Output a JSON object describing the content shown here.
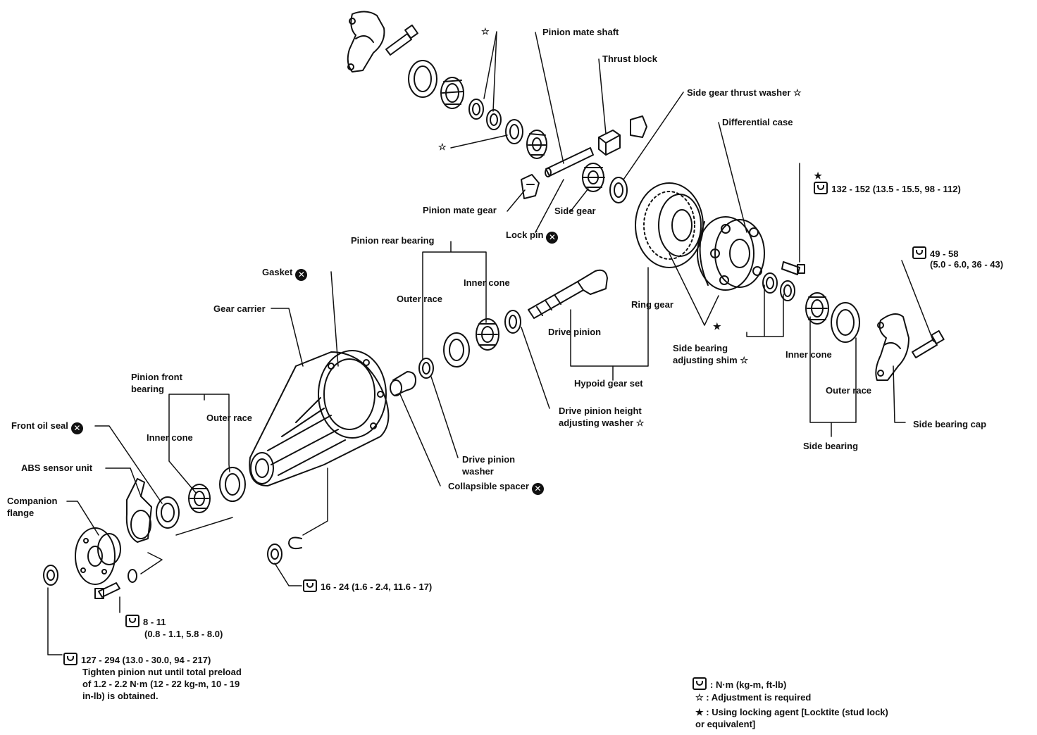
{
  "labels": {
    "pinion_mate_shaft": "Pinion mate shaft",
    "thrust_block": "Thrust block",
    "side_gear_thrust_washer": "Side gear thrust washer ☆",
    "differential_case": "Differential case",
    "torque_132": "132 - 152 (13.5 - 15.5, 98 - 112)",
    "pinion_mate_gear": "Pinion mate gear",
    "side_gear": "Side gear",
    "lock_pin": "Lock pin",
    "pinion_rear_bearing": "Pinion rear bearing",
    "outer_race_rear": "Outer race",
    "inner_cone_rear": "Inner cone",
    "gasket": "Gasket",
    "gear_carrier": "Gear carrier",
    "drive_pinion": "Drive pinion",
    "ring_gear": "Ring gear",
    "torque_49": "49 - 58",
    "torque_49_sub": "(5.0 - 6.0, 36 - 43)",
    "side_bearing_adjusting_shim": "Side bearing\nadjusting shim ☆",
    "inner_cone_side": "Inner cone",
    "outer_race_side": "Outer race",
    "side_bearing_cap": "Side bearing cap",
    "side_bearing": "Side bearing",
    "hypoid_gear_set": "Hypoid gear set",
    "pinion_front_bearing": "Pinion front\nbearing",
    "inner_cone_front": "Inner cone",
    "outer_race_front": "Outer race",
    "front_oil_seal": "Front oil seal",
    "abs_sensor_unit": "ABS sensor unit",
    "companion_flange": "Companion\nflange",
    "drive_pinion_height_washer": "Drive pinion height\nadjusting washer ☆",
    "drive_pinion_washer": "Drive pinion\nwasher",
    "collapsible_spacer": "Collapsible spacer",
    "torque_16": "16 - 24 (1.6 - 2.4, 11.6 - 17)",
    "torque_8": "8 - 11",
    "torque_8_sub": "(0.8 - 1.1, 5.8 - 8.0)",
    "torque_127": "127 - 294 (13.0 - 30.0, 94 - 217)",
    "torque_127_note": "Tighten pinion nut until total preload\nof 1.2 - 2.2 N·m (12 - 22 kg-m, 10 - 19\nin-lb) is obtained.",
    "star_open": "☆",
    "star_solid": "★"
  },
  "legend": {
    "torque": ": N·m (kg-m, ft-lb)",
    "adjust": ": Adjustment is required",
    "locking": ": Using locking agent [Locktite (stud lock)\nor equivalent]"
  },
  "icons": {
    "torque": "torque-wrench-icon",
    "replace": "do-not-reuse-icon",
    "adjust": "open-star-icon",
    "locking": "solid-star-icon"
  }
}
